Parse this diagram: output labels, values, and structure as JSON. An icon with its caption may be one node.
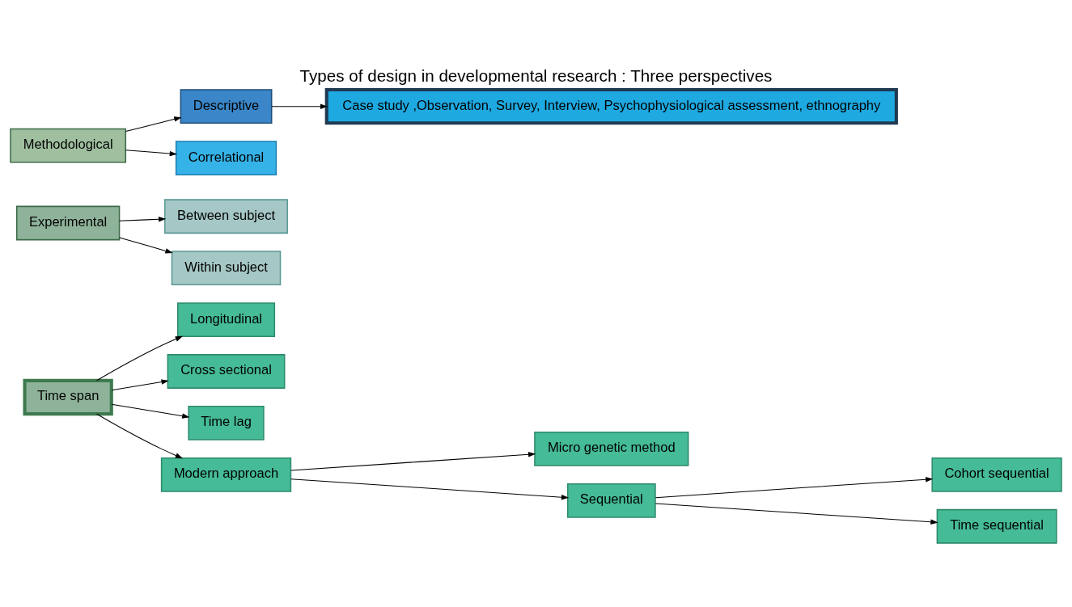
{
  "diagram": {
    "title": "Types of design in developmental research : Three perspectives",
    "nodes": [
      {
        "text": [
          "Time span"
        ]
      },
      {
        "text": [
          "Longitudinal"
        ]
      },
      {
        "text": [
          "Cross sectional"
        ]
      },
      {
        "text": [
          "Time lag"
        ]
      },
      {
        "text": [
          "Modern approach"
        ]
      },
      {
        "text": [
          "Micro genetic method"
        ]
      },
      {
        "text": [
          "Cohort sequential"
        ]
      },
      {
        "text": [
          "Sequential"
        ]
      },
      {
        "text": [
          "Time sequential"
        ]
      },
      {
        "text": [
          "Experimental"
        ]
      },
      {
        "text": [
          "Between subject"
        ]
      },
      {
        "text": [
          "Within subject"
        ]
      },
      {
        "text": [
          "Methodological"
        ]
      },
      {
        "text": [
          "Descriptive"
        ]
      },
      {
        "text": [
          "Case study ,Observation, Survey, Interview, Psychophysiological assessment, ethnography"
        ]
      },
      {
        "text": [
          "Correlational"
        ]
      }
    ],
    "edges": [
      {
        "from": 0,
        "to": 1,
        "arrow": "to"
      },
      {
        "from": 0,
        "to": 2,
        "arrow": "to"
      },
      {
        "from": 0,
        "to": 3,
        "arrow": "to"
      },
      {
        "from": 0,
        "to": 4,
        "arrow": "to"
      },
      {
        "from": 4,
        "to": 5,
        "arrow": "to"
      },
      {
        "from": 4,
        "to": 7,
        "arrow": "to"
      },
      {
        "from": 7,
        "to": 6,
        "arrow": "to"
      },
      {
        "from": 7,
        "to": 8,
        "arrow": "to"
      },
      {
        "from": 9,
        "to": 10,
        "arrow": "to"
      },
      {
        "from": 9,
        "to": 11,
        "arrow": "to"
      },
      {
        "from": 12,
        "to": 13,
        "arrow": "to"
      },
      {
        "from": 13,
        "to": 14,
        "arrow": "to"
      },
      {
        "from": 12,
        "to": 15,
        "arrow": "to"
      }
    ]
  }
}
